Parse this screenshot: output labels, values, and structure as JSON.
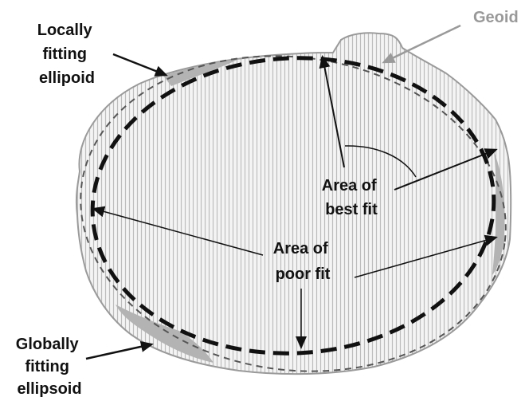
{
  "diagram": {
    "labels": {
      "locally": [
        "Locally",
        "fitting",
        "ellipoid"
      ],
      "geoid": "Geoid",
      "best_fit": [
        "Area of",
        "best fit"
      ],
      "poor_fit": [
        "Area of",
        "poor fit"
      ],
      "globally": [
        "Globally",
        "fitting",
        "ellipsoid"
      ]
    },
    "colors": {
      "geoid_fill": "#d4d4d4",
      "geoid_stroke": "#9a9a9a",
      "hatch_line": "#bdbdbd",
      "shaded_gap": "#b3b3b3",
      "geoid_label": "#999999",
      "text": "#111111"
    }
  }
}
